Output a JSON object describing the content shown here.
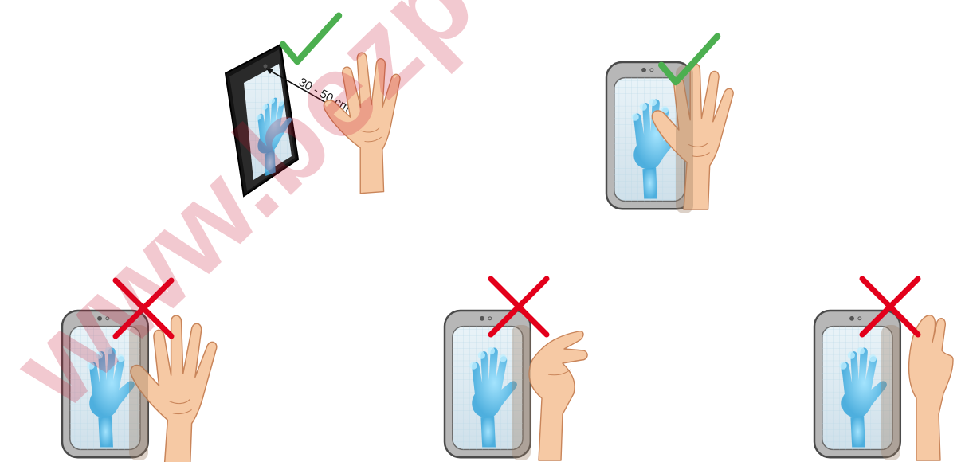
{
  "distance_label": "30 - 50 cm",
  "watermark": "www.bezpe",
  "panels": [
    {
      "id": "correct-angled",
      "status": "correct"
    },
    {
      "id": "correct-front",
      "status": "correct"
    },
    {
      "id": "incorrect-too-close",
      "status": "incorrect"
    },
    {
      "id": "incorrect-fingers-closed",
      "status": "incorrect"
    },
    {
      "id": "incorrect-side",
      "status": "incorrect"
    }
  ],
  "colors": {
    "correct_mark": "#4caf50",
    "incorrect_mark": "#e3001b",
    "device_body": "#b7b7b7",
    "device_frame": "#4a4a4a",
    "screen_glow": "#5fc3ea",
    "skin": "#f6c9a4",
    "watermark": "#c8102e"
  }
}
